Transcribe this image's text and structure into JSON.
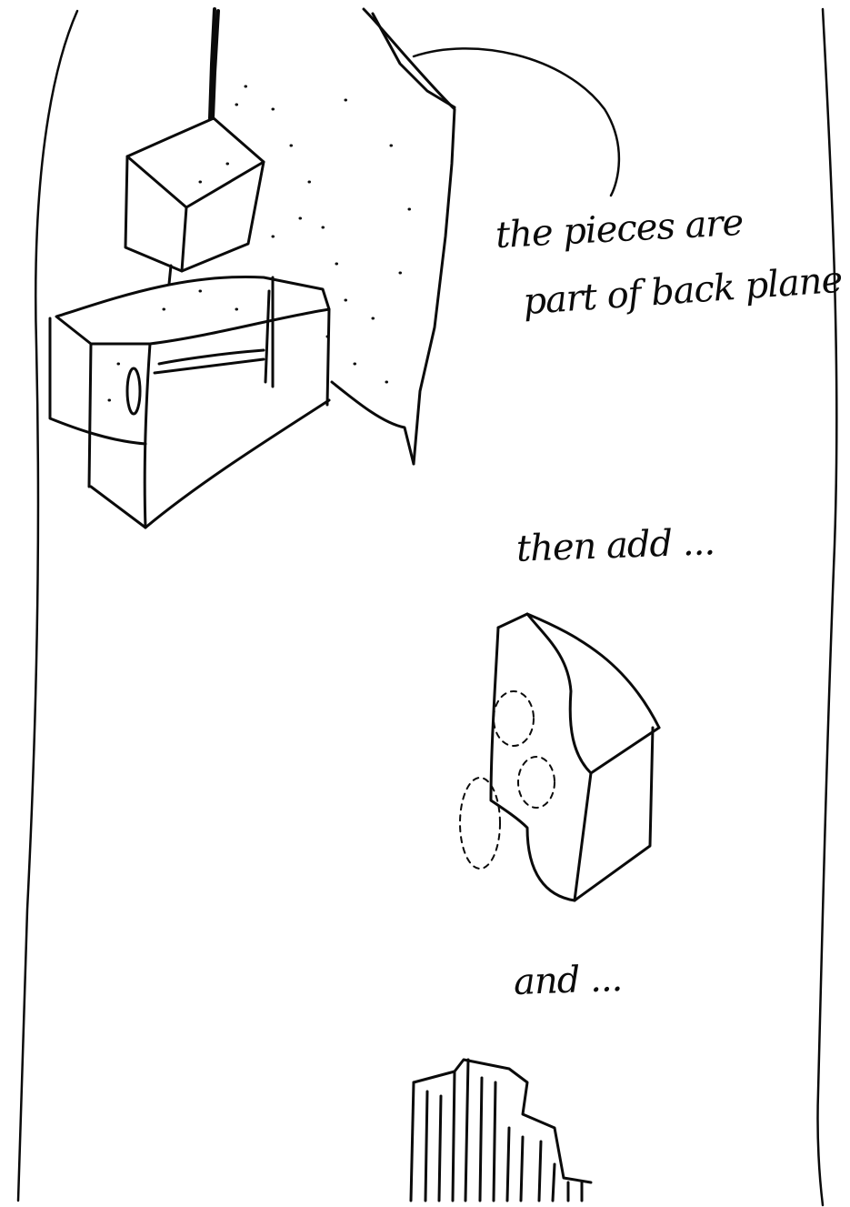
{
  "annotations": {
    "line1": "the pieces are",
    "line2": "part of back plane",
    "line3": "then add ...",
    "line4": "and ..."
  }
}
